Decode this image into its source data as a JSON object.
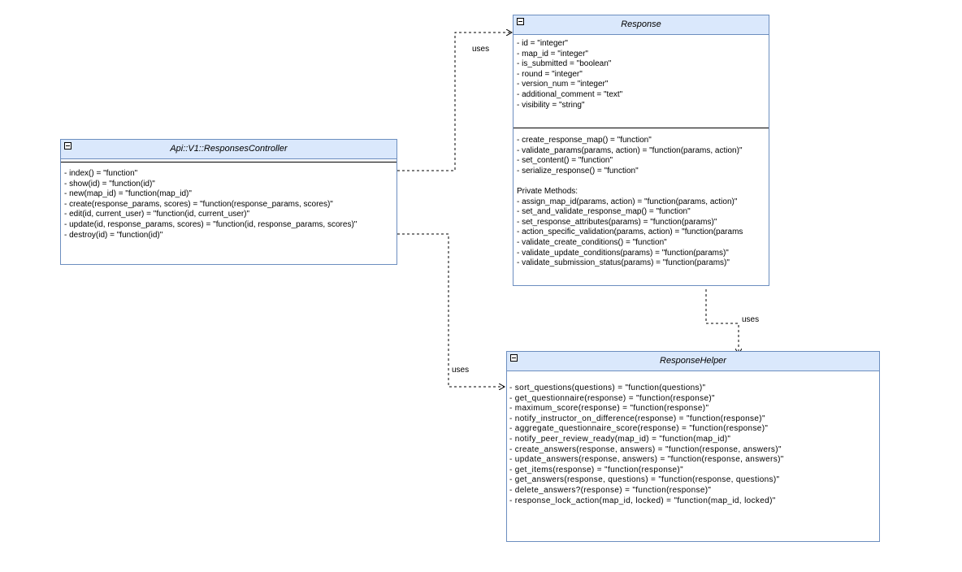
{
  "controller": {
    "title": "Api::V1::ResponsesController",
    "methods": [
      "- index() = \"function\"",
      "- show(id) = \"function(id)\"",
      "- new(map_id) = \"function(map_id)\"",
      "- create(response_params, scores) = \"function(response_params, scores)\"",
      "- edit(id, current_user) = \"function(id, current_user)\"",
      "- update(id, response_params, scores) = \"function(id, response_params, scores)\"",
      "- destroy(id) = \"function(id)\""
    ]
  },
  "response": {
    "title": "Response",
    "attributes": [
      "- id = \"integer\"",
      "- map_id = \"integer\"",
      "- is_submitted = \"boolean\"",
      "- round = \"integer\"",
      "- version_num = \"integer\"",
      "- additional_comment = \"text\"",
      "- visibility = \"string\""
    ],
    "methods": [
      "- create_response_map() = \"function\"",
      "- validate_params(params, action) = \"function(params, action)\"",
      "- set_content() = \"function\"",
      "- serialize_response() = \"function\""
    ],
    "private_heading": "Private Methods:",
    "private_methods": [
      "- assign_map_id(params, action) = \"function(params, action)\"",
      "- set_and_validate_response_map() = \"function\"",
      "- set_response_attributes(params) = \"function(params)\"",
      "- action_specific_validation(params, action) = \"function(params",
      "- validate_create_conditions() = \"function\"",
      "- validate_update_conditions(params) = \"function(params)\"",
      "- validate_submission_status(params) = \"function(params)\""
    ]
  },
  "helper": {
    "title": "ResponseHelper",
    "methods": [
      "- sort_questions(questions) = \"function(questions)\"",
      "- get_questionnaire(response) = \"function(response)\"",
      "- maximum_score(response) = \"function(response)\"",
      "- notify_instructor_on_difference(response) = \"function(response)\"",
      "- aggregate_questionnaire_score(response) = \"function(response)\"",
      "- notify_peer_review_ready(map_id) = \"function(map_id)\"",
      "- create_answers(response, answers) = \"function(response, answers)\"",
      "- update_answers(response, answers) = \"function(response, answers)\"",
      "- get_items(response) = \"function(response)\"",
      "- get_answers(response, questions) = \"function(response, questions)\"",
      "- delete_answers?(response) = \"function(response)\"",
      "- response_lock_action(map_id, locked) = \"function(map_id, locked)\""
    ]
  },
  "edges": {
    "controller_to_response": "uses",
    "controller_to_helper": "uses",
    "response_to_helper": "uses"
  },
  "colors": {
    "header_fill": "#dae8fc",
    "border": "#6c8ebf"
  }
}
